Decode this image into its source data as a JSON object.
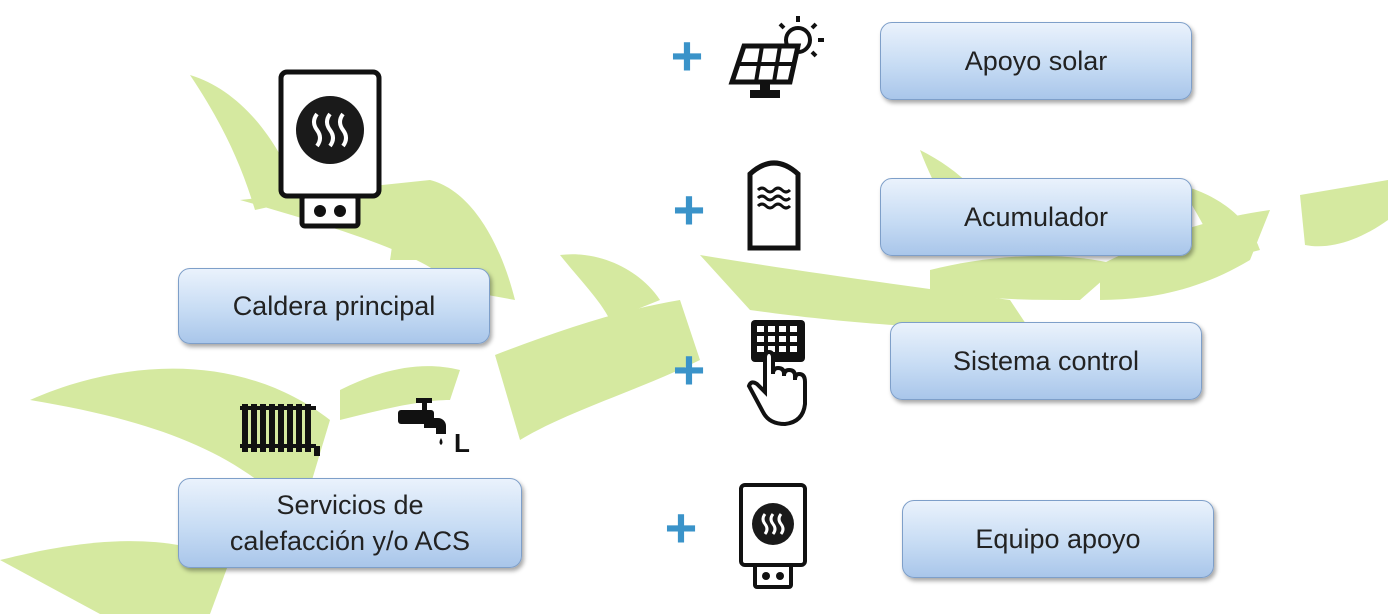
{
  "colors": {
    "bird": "#d5e9a0",
    "plus": "#3a93c9",
    "box_border": "#7e9fc9"
  },
  "left": {
    "main_label": "Caldera principal",
    "services_label": "Servicios de\ncalefacción y/o ACS",
    "tap_letter": "L"
  },
  "options": [
    {
      "plus": "+",
      "label": "Apoyo solar",
      "icon": "solar-panel-icon"
    },
    {
      "plus": "+",
      "label": "Acumulador",
      "icon": "water-tank-icon"
    },
    {
      "plus": "+",
      "label": "Sistema control",
      "icon": "keypad-hand-icon"
    },
    {
      "plus": "+",
      "label": "Equipo apoyo",
      "icon": "boiler-icon"
    }
  ]
}
